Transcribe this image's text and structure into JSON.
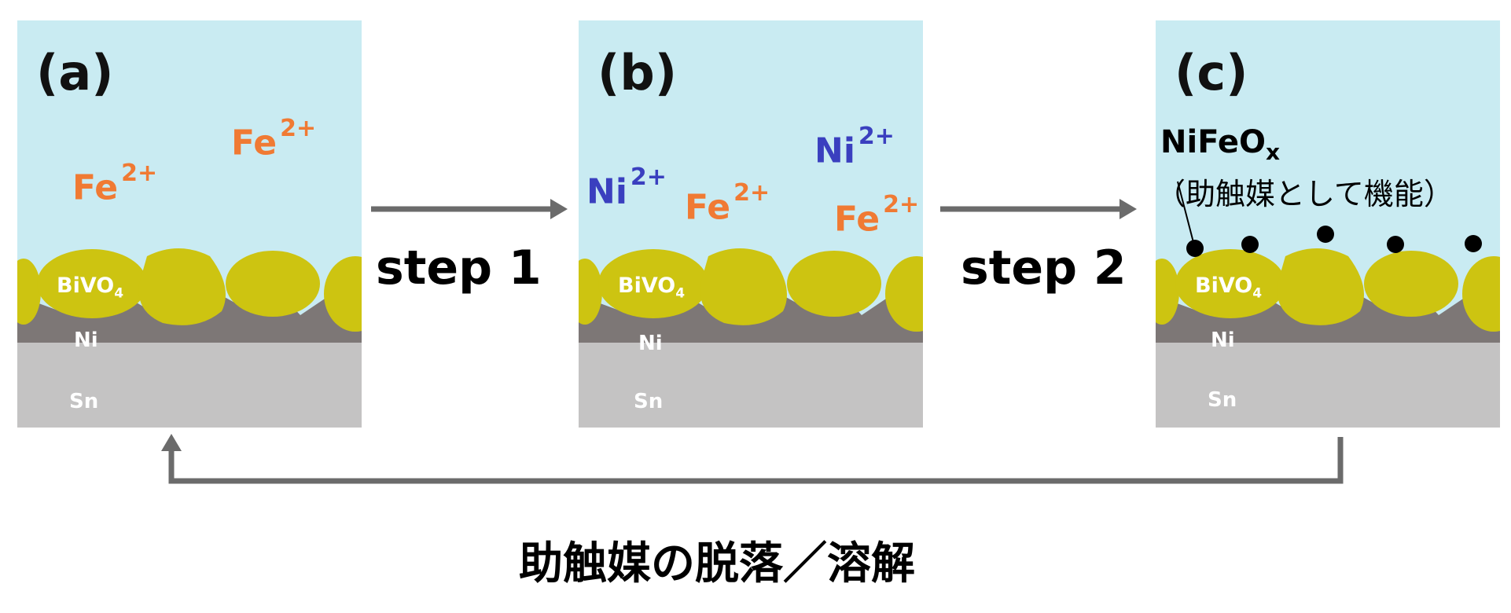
{
  "panels": [
    {
      "label": "(a)",
      "layers": {
        "bivo4": "BiVO",
        "bivo4_sub": "4",
        "ni": "Ni",
        "sn": "Sn"
      },
      "ions": [
        {
          "symbol": "Fe",
          "charge": "2+"
        },
        {
          "symbol": "Fe",
          "charge": "2+"
        }
      ]
    },
    {
      "label": "(b)",
      "layers": {
        "bivo4": "BiVO",
        "bivo4_sub": "4",
        "ni": "Ni",
        "sn": "Sn"
      },
      "ions": [
        {
          "symbol": "Ni",
          "charge": "2+"
        },
        {
          "symbol": "Fe",
          "charge": "2+"
        },
        {
          "symbol": "Ni",
          "charge": "2+"
        },
        {
          "symbol": "Fe",
          "charge": "2+"
        }
      ]
    },
    {
      "label": "(c)",
      "layers": {
        "bivo4": "BiVO",
        "bivo4_sub": "4",
        "ni": "Ni",
        "sn": "Sn"
      },
      "annotation": {
        "name": "NiFeO",
        "name_sub": "x",
        "note": "（助触媒として機能）"
      }
    }
  ],
  "steps": [
    "step 1",
    "step 2"
  ],
  "caption": "助触媒の脱落／溶解",
  "colors": {
    "water": "#c9ebf2",
    "bivo4": "#cdc411",
    "ni": "#7d7776",
    "sn": "#c4c3c3",
    "fe_ion": "#f07a33",
    "ni_ion": "#3a3fbf",
    "arrow": "#6b6b6b"
  }
}
